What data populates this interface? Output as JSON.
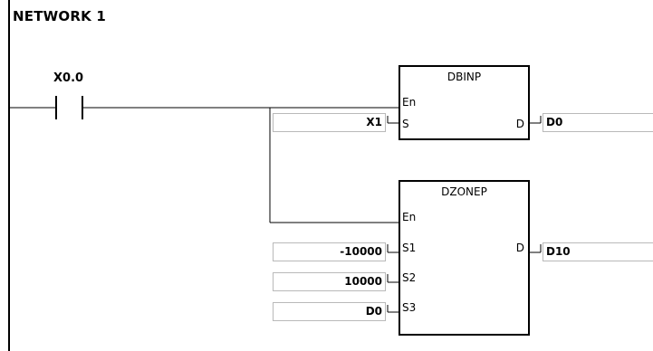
{
  "network": {
    "title": "NETWORK 1"
  },
  "contact": {
    "label": "X0.0"
  },
  "blocks": [
    {
      "name": "DBINP",
      "pins": {
        "en": "En",
        "s": "S",
        "d": "D"
      },
      "operands": {
        "s": "X1",
        "d": "D0"
      }
    },
    {
      "name": "DZONEP",
      "pins": {
        "en": "En",
        "s1": "S1",
        "s2": "S2",
        "s3": "S3",
        "d": "D"
      },
      "operands": {
        "s1": "-10000",
        "s2": "10000",
        "s3": "D0",
        "d": "D10"
      }
    }
  ]
}
